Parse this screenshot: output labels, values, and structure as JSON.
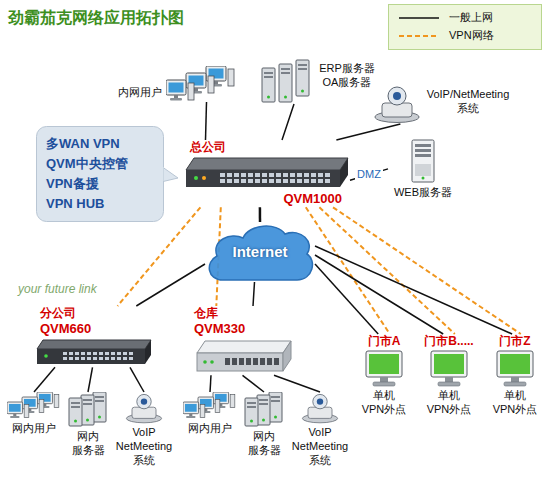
{
  "diagram": {
    "title": "劲霸茄克网络应用拓扑图",
    "nodes": [
      {
        "text": [
          "总公司",
          "QVM1000"
        ]
      },
      {
        "text": [
          "内网用户"
        ]
      },
      {
        "text": [
          "ERP服务器 OA服务器"
        ]
      },
      {
        "text": [
          "VoIP/NetMeeting 系统"
        ]
      },
      {
        "text": [
          "WEB服务器"
        ]
      },
      {
        "text": [
          "多WAN VPN",
          "QVM中央控管",
          "VPN备援",
          "VPN HUB"
        ]
      },
      {
        "text": [
          "Internet"
        ]
      },
      {
        "text": [
          "分公司",
          "QVM660"
        ]
      },
      {
        "text": [
          "网内用户"
        ]
      },
      {
        "text": [
          "网内 服务器"
        ]
      },
      {
        "text": [
          "VoIP NetMeeting 系统"
        ]
      },
      {
        "text": [
          "仓库",
          "QVM330"
        ]
      },
      {
        "text": [
          "网内用户"
        ]
      },
      {
        "text": [
          "网内 服务器"
        ]
      },
      {
        "text": [
          "VoIP NetMeeting 系统"
        ]
      },
      {
        "text": [
          "门市A",
          "单机 VPN外点"
        ]
      },
      {
        "text": [
          "门市B.....",
          "单机 VPN外点"
        ]
      },
      {
        "text": [
          "门市Z",
          "单机 VPN外点"
        ]
      }
    ],
    "edges": [
      {
        "from": 0,
        "to": 1,
        "arrow": "none"
      },
      {
        "from": 0,
        "to": 2,
        "arrow": "none"
      },
      {
        "from": 0,
        "to": 3,
        "arrow": "none"
      },
      {
        "from": 0,
        "to": 4,
        "label": "DMZ",
        "arrow": "none"
      },
      {
        "from": 0,
        "to": 6,
        "arrow": "none"
      },
      {
        "from": 0,
        "to": 7,
        "arrow": "none"
      },
      {
        "from": 0,
        "to": 11,
        "arrow": "none"
      },
      {
        "from": 0,
        "to": 15,
        "arrow": "none"
      },
      {
        "from": 0,
        "to": 16,
        "arrow": "none"
      },
      {
        "from": 0,
        "to": 17,
        "arrow": "none"
      },
      {
        "from": 6,
        "to": 7,
        "arrow": "none"
      },
      {
        "from": 6,
        "to": 11,
        "arrow": "none"
      },
      {
        "from": 6,
        "to": 15,
        "arrow": "none"
      },
      {
        "from": 6,
        "to": 16,
        "arrow": "none"
      },
      {
        "from": 6,
        "to": 17,
        "arrow": "none"
      },
      {
        "from": 7,
        "to": 8,
        "arrow": "none"
      },
      {
        "from": 7,
        "to": 9,
        "arrow": "none"
      },
      {
        "from": 7,
        "to": 10,
        "arrow": "none"
      },
      {
        "from": 11,
        "to": 12,
        "arrow": "none"
      },
      {
        "from": 11,
        "to": 13,
        "arrow": "none"
      },
      {
        "from": 11,
        "to": 14,
        "arrow": "none"
      }
    ],
    "labels": [
      "your future link"
    ],
    "legend": [
      {
        "text": "一般上网"
      },
      {
        "text": "VPN网络"
      }
    ]
  }
}
